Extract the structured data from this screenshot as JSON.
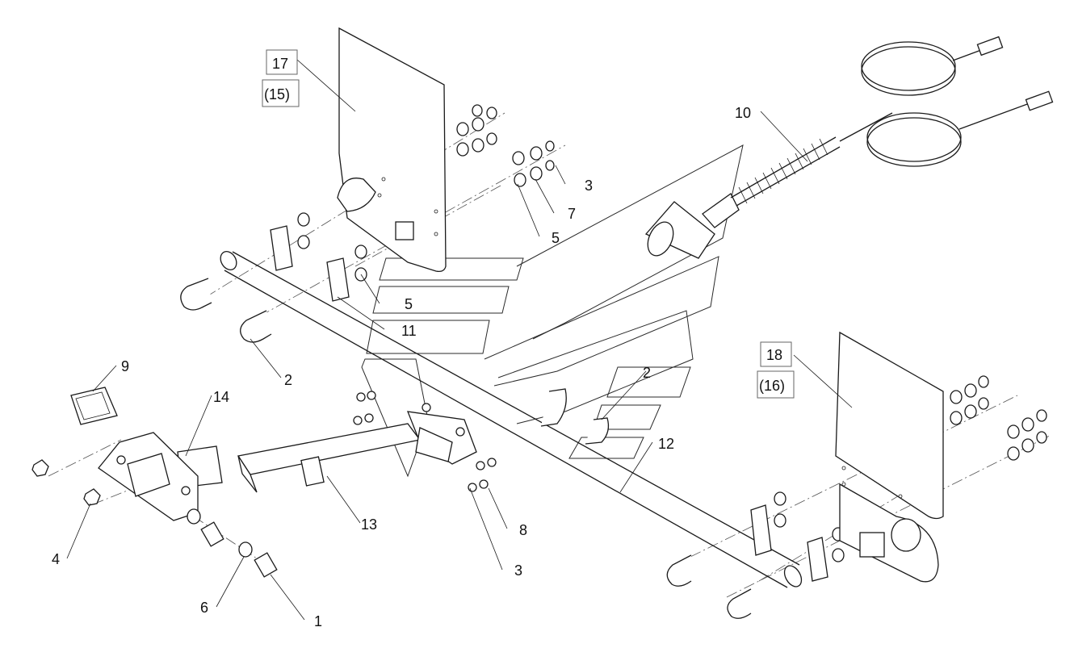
{
  "labels": {
    "l1": "1",
    "l2a": "2",
    "l2b": "2",
    "l3a": "3",
    "l3b": "3",
    "l4": "4",
    "l5a": "5",
    "l5b": "5",
    "l6": "6",
    "l7": "7",
    "l8": "8",
    "l9": "9",
    "l10": "10",
    "l11": "11",
    "l12": "12",
    "l13": "13",
    "l14": "14",
    "l17": "17",
    "l15": "(15)",
    "l18": "18",
    "l16": "(16)"
  },
  "colors": {
    "line": "#1a1a1a",
    "label_box_border": "#666666",
    "background": "#ffffff"
  }
}
